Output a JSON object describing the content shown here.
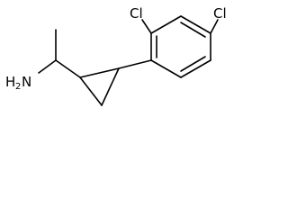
{
  "structure": {
    "atoms": {
      "cl_ortho": "Cl",
      "cl_para": "Cl",
      "amine_h": "H",
      "amine_sub": "2",
      "amine_n": "N"
    }
  }
}
